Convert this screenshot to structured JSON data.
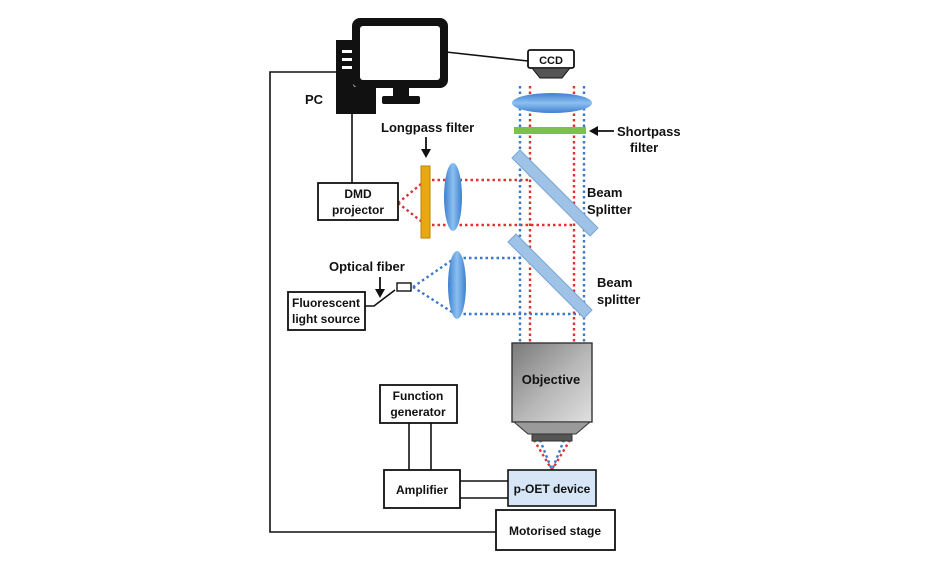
{
  "diagram": {
    "labels": {
      "pc": "PC",
      "ccd": "CCD",
      "longpass": "Longpass filter",
      "shortpass_1": "Shortpass",
      "shortpass_2": "filter",
      "dmd_1": "DMD",
      "dmd_2": "projector",
      "beam_splitter_top_1": "Beam",
      "beam_splitter_top_2": "Splitter",
      "beam_splitter_bottom_1": "Beam",
      "beam_splitter_bottom_2": "splitter",
      "optical_fiber": "Optical fiber",
      "fluor_1": "Fluorescent",
      "fluor_2": "light source",
      "objective": "Objective",
      "function_1": "Function",
      "function_2": "generator",
      "amplifier": "Amplifier",
      "poet": "p-OET device",
      "stage": "Motorised stage"
    },
    "colors": {
      "red_beam": "#e03030",
      "blue_beam": "#3a78c8",
      "lens": "#4a8fd8",
      "splitter": "#9fc3e6",
      "longpass_filter": "#e8a814",
      "shortpass_filter": "#7cc24a",
      "poet_fill": "#d6e6f7",
      "objective_dark": "#6a6a6a",
      "objective_light": "#c8c8c8"
    },
    "icons": [
      "computer-monitor-icon",
      "pc-tower-icon",
      "ccd-camera-icon"
    ]
  }
}
